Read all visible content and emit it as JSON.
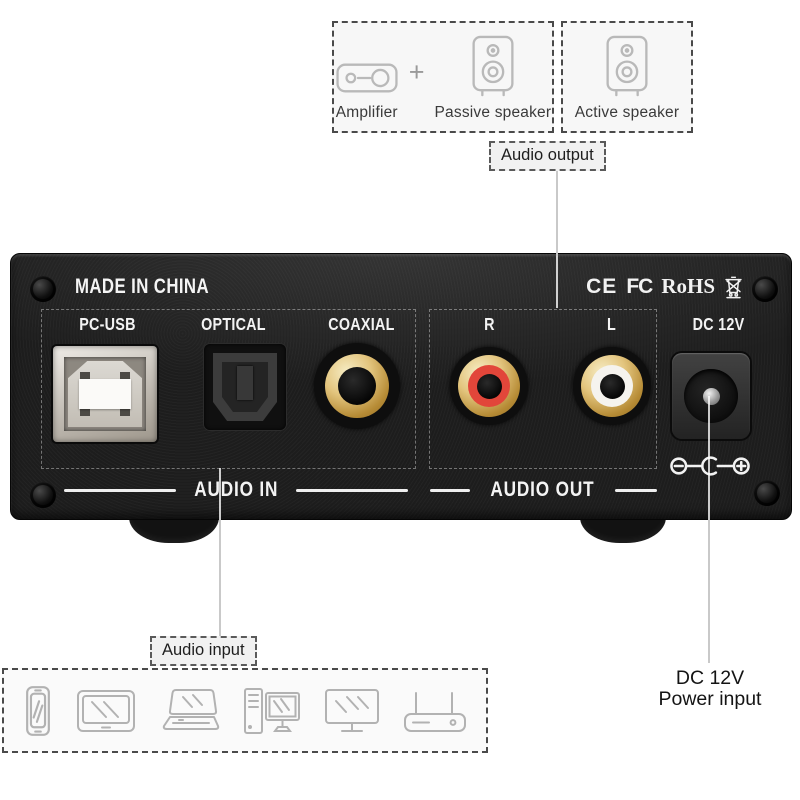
{
  "top": {
    "amplifier_label": "Amplifier",
    "plus": "+",
    "passive_speaker_label": "Passive speaker",
    "active_speaker_label": "Active speaker",
    "callout": "Audio output"
  },
  "panel": {
    "made_in": "MADE IN CHINA",
    "certifications": {
      "ce": "CE",
      "fcc": "FC",
      "rohs": "RoHS",
      "weee_icon": "crossed-out-bin-icon"
    },
    "ports": {
      "usb": "PC-USB",
      "optical": "OPTICAL",
      "coaxial": "COAXIAL",
      "right": "R",
      "left": "L",
      "dc": "DC 12V"
    },
    "groups": {
      "audio_in": "AUDIO IN",
      "audio_out": "AUDIO OUT"
    },
    "polarity_icon": "center-positive-polarity-icon",
    "colors": {
      "gold": "#d9b96a",
      "rca_right": "#e2463a",
      "rca_left": "#f5f3ee",
      "panel": "#1d1d1d"
    }
  },
  "bottom": {
    "callout": "Audio input",
    "devices": [
      "smartphone",
      "tablet",
      "laptop",
      "desktop-computer",
      "tv-monitor",
      "router"
    ],
    "power_line1": "DC 12V",
    "power_line2": "Power input"
  }
}
